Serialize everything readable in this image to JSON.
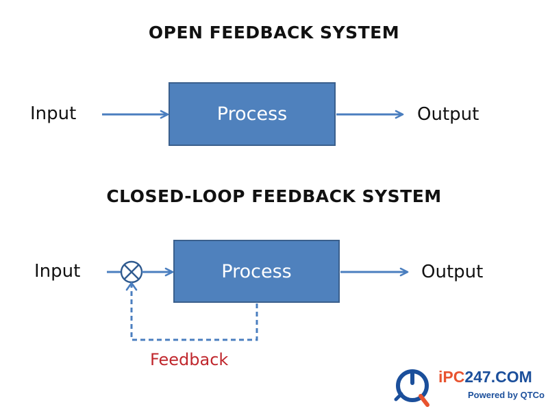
{
  "diagram": {
    "open_system": {
      "title": "OPEN FEEDBACK SYSTEM",
      "input_label": "Input",
      "process_label": "Process",
      "output_label": "Output"
    },
    "closed_system": {
      "title": "CLOSED-LOOP FEEDBACK SYSTEM",
      "input_label": "Input",
      "process_label": "Process",
      "output_label": "Output",
      "feedback_label": "Feedback"
    },
    "colors": {
      "process_fill": "#4f81bd",
      "arrow": "#4a7ebf",
      "feedback_text": "#c0272d"
    }
  },
  "logo": {
    "brand_i": "iPC",
    "brand_rest": "247.COM",
    "tagline": "Powered by QTCo"
  }
}
